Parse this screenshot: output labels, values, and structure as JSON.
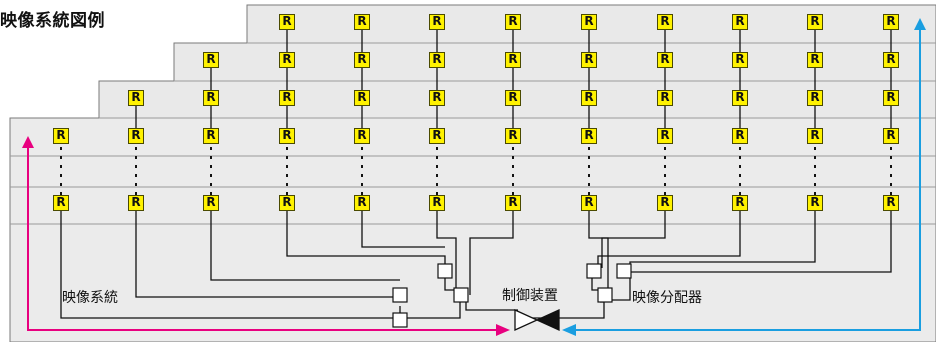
{
  "title": "映像系統図例",
  "receiver_label": "R",
  "labels": {
    "video_system": "映像系統",
    "control_device": "制御装置",
    "distributor": "映像分配器"
  },
  "colors": {
    "left_arrow": "#e8007f",
    "right_arrow": "#1a9ee0",
    "receiver_fill": "#fff200"
  }
}
